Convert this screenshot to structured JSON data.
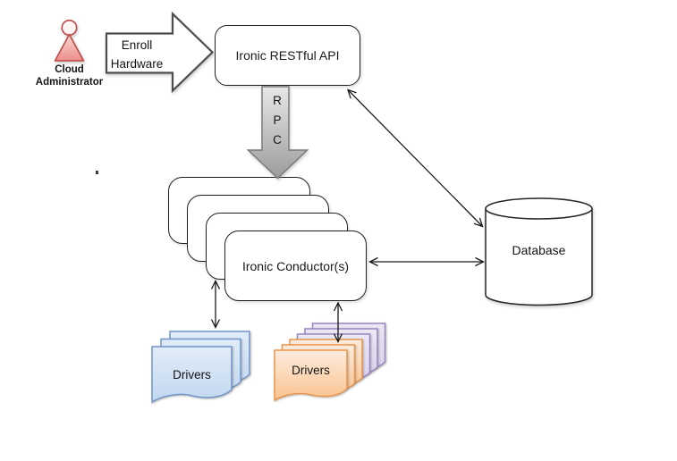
{
  "diagram": {
    "actor": {
      "label": "Cloud\nAdministrator"
    },
    "enroll_arrow": {
      "label": "Enroll\nHardware"
    },
    "rpc_arrow": {
      "label": "R\nP\nC"
    },
    "api_box": {
      "label": "Ironic RESTful API"
    },
    "conductor_box": {
      "label": "Ironic Conductor(s)"
    },
    "database": {
      "label": "Database"
    },
    "drivers_blue": {
      "label": "Drivers"
    },
    "drivers_orange": {
      "label": "Drivers"
    },
    "colors": {
      "actor_fill": "#F3B2AF",
      "actor_border": "#BE4B48",
      "blue_doc_fill": "#CFE0F4",
      "blue_doc_border": "#7396C8",
      "orange_doc_fill": "#FBCD9E",
      "orange_doc_border": "#E9964F",
      "purple_doc_fill": "#E3DAEE",
      "purple_doc_border": "#9A86C2",
      "rpc_arrow_fill": "#C6C6C6",
      "rpc_arrow_border": "#7A7A7A",
      "connector_line": "#1A1A1A"
    }
  }
}
